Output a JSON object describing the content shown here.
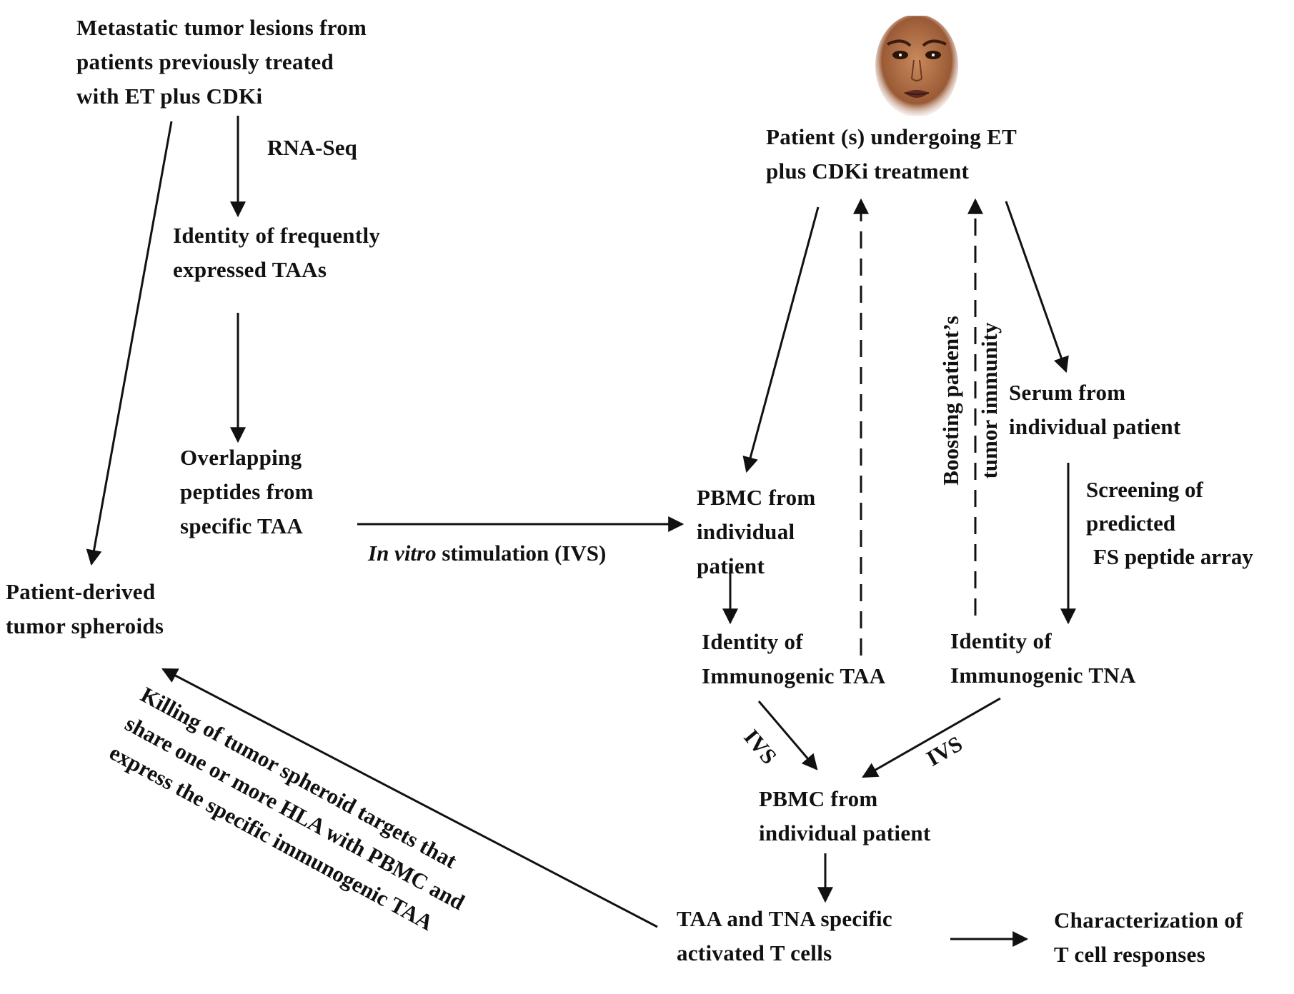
{
  "nodes": {
    "metastatic": [
      "Metastatic tumor  lesions from",
      "patients previously treated",
      "with  ET plus  CDKi"
    ],
    "identity_taas": [
      "Identity  of  frequently",
      "expressed TAAs"
    ],
    "overlapping": [
      "Overlapping",
      "peptides from",
      "specific TAA"
    ],
    "spheroids": [
      "Patient-derived",
      " tumor  spheroids"
    ],
    "patient": [
      "Patient (s) undergoing  ET",
      "plus  CDKi treatment"
    ],
    "pbmc1": [
      "PBMC from",
      "individual",
      "patient"
    ],
    "serum": [
      "Serum  from",
      "individual  patient"
    ],
    "identity_taa": [
      "Identity  of",
      "Immunogenic  TAA"
    ],
    "identity_tna": [
      "Identity  of",
      "Immunogenic  TNA"
    ],
    "pbmc2": [
      "PBMC from",
      "individual  patient"
    ],
    "activated": [
      "TAA and TNA specific",
      "activated T cells"
    ],
    "characterization": [
      "Characterization  of",
      "T cell responses"
    ]
  },
  "labels": {
    "rna_seq": "RNA-Seq",
    "ivs_italic": "In vitro",
    "ivs_rest": " stimulation  (IVS)",
    "screening": [
      "Screening of",
      "predicted",
      "FS peptide array"
    ],
    "boosting": [
      "Boosting patient’s",
      "tumor immunity"
    ],
    "ivs_left": "IVS",
    "ivs_right": "IVS",
    "killing": [
      "Killing  of tumor spheroid targets that",
      "share one or more HLA with PBMC and",
      "express the specific immunogenic  TAA"
    ]
  },
  "icons": {
    "patient_face": "patient-face-icon"
  }
}
